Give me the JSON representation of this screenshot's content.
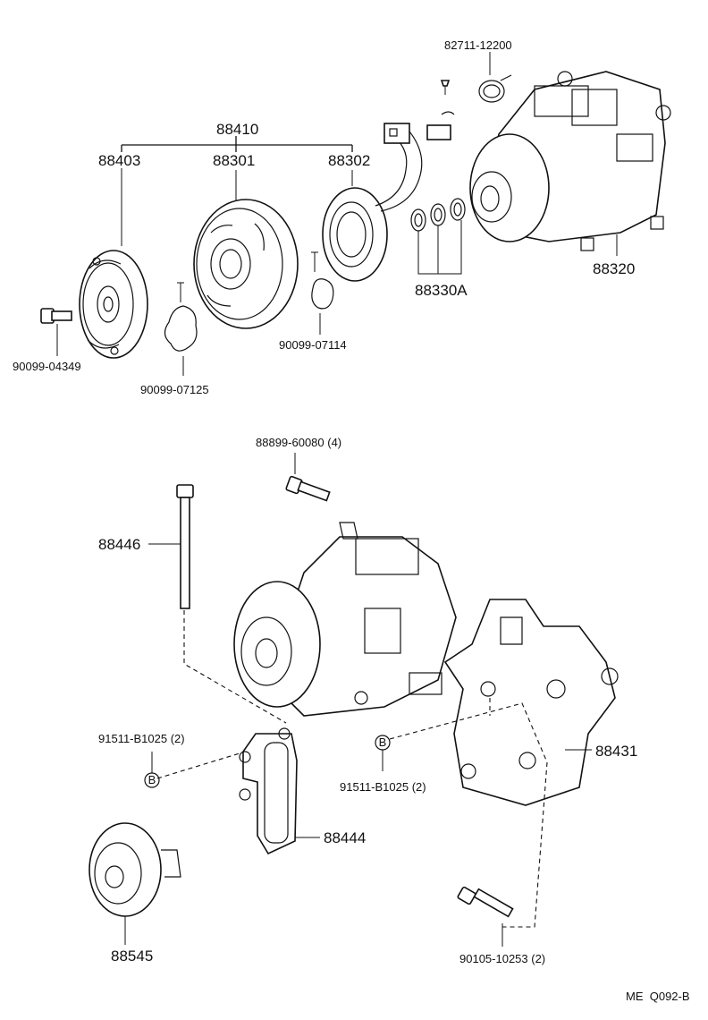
{
  "labels": {
    "p82711": "82711-12200",
    "p88410": "88410",
    "p88403": "88403",
    "p88301": "88301",
    "p88302": "88302",
    "p88320": "88320",
    "p88330A": "88330A",
    "p90099_04349": "90099-04349",
    "p90099_07125": "90099-07125",
    "p90099_07114": "90099-07114",
    "p88899": "88899-60080 (4)",
    "p88446": "88446",
    "p91511_left": "91511-B1025 (2)",
    "p91511_right": "91511-B1025 (2)",
    "p88431": "88431",
    "p88444": "88444",
    "p88545": "88545",
    "p90105": "90105-10253 (2)",
    "marker_b": "B",
    "footer_code": "ME  Q092-B"
  }
}
